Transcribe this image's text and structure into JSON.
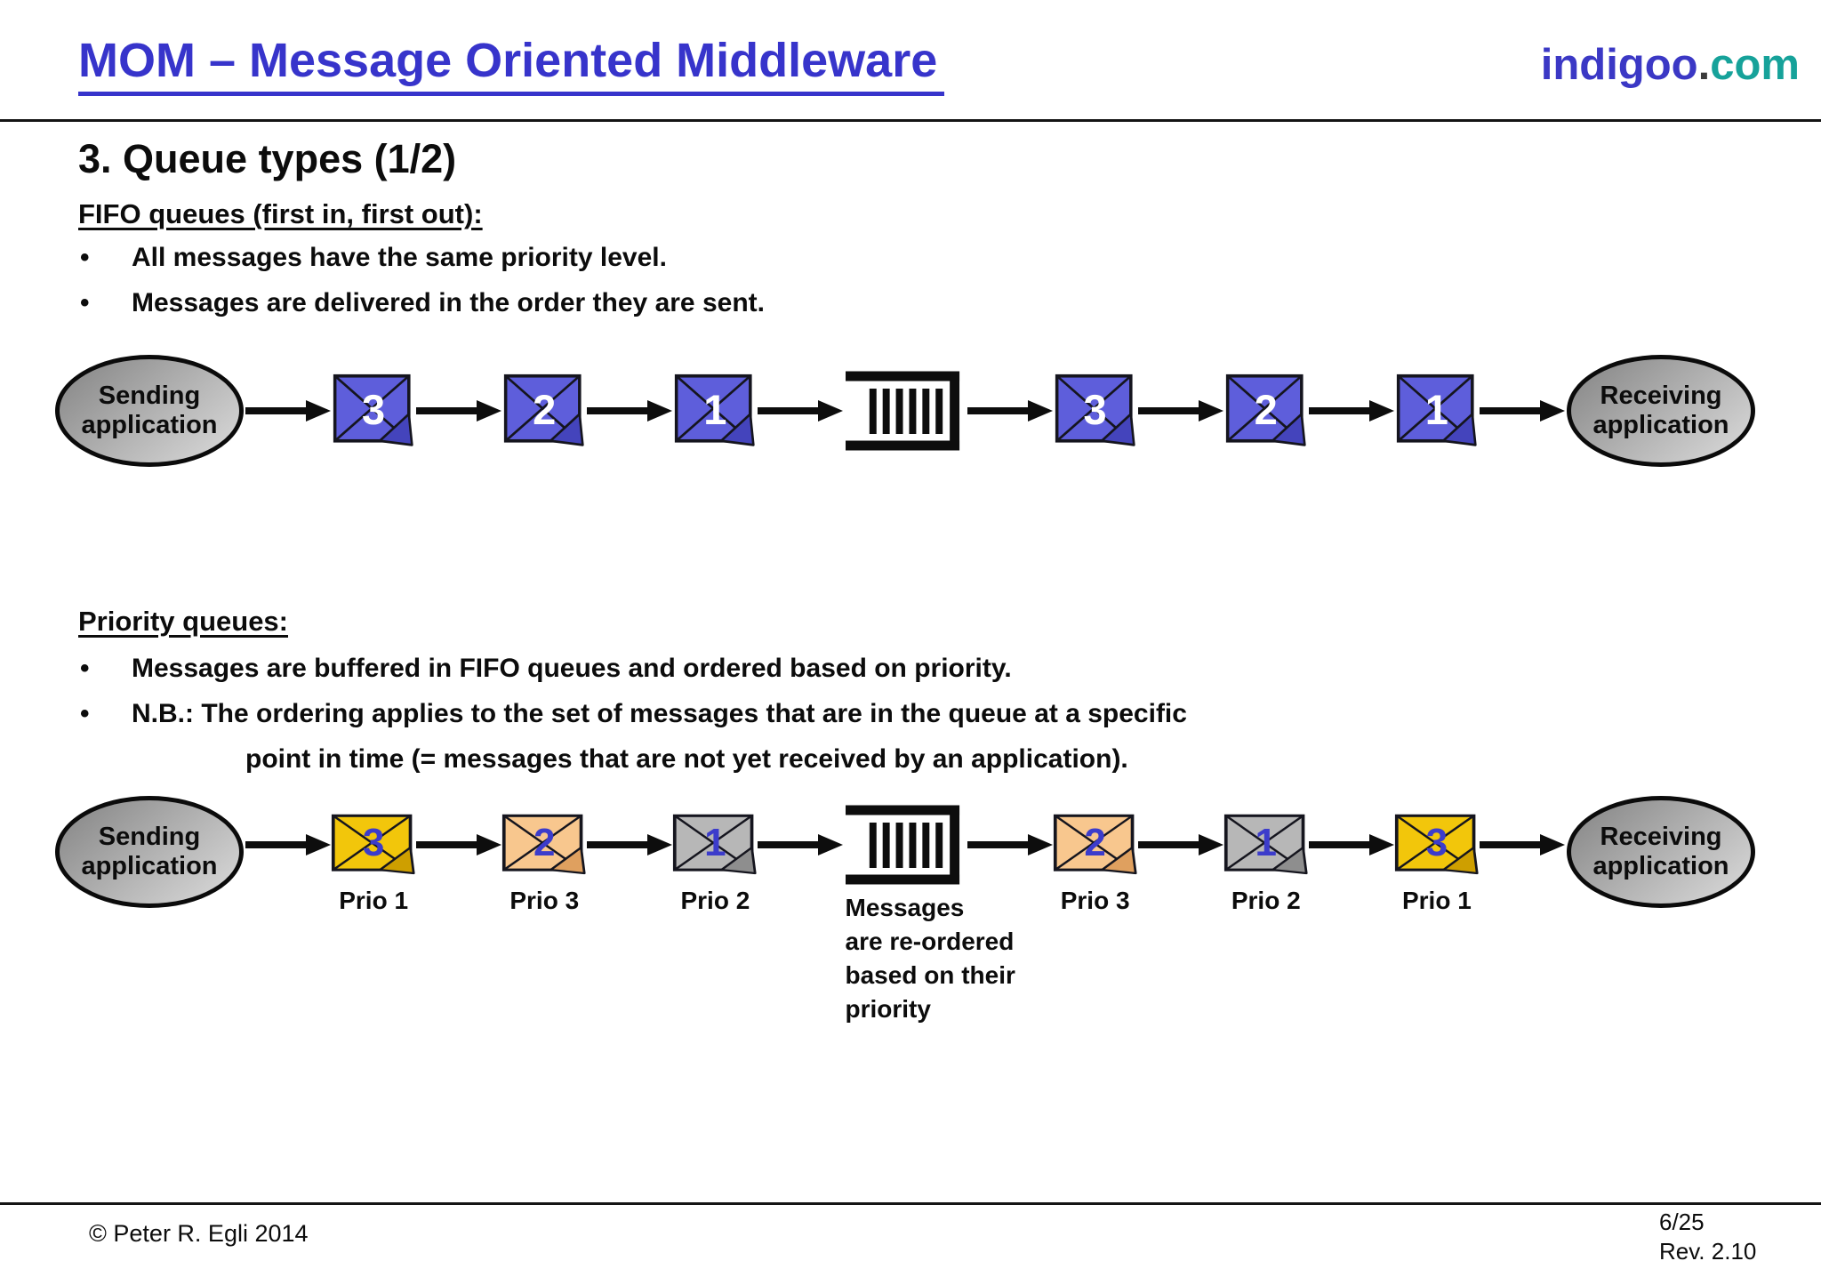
{
  "header": {
    "title": "MOM – Message Oriented Middleware",
    "logo_indigoo": "indigoo",
    "logo_dot": ".",
    "logo_com": "com"
  },
  "section": {
    "title": "3. Queue types (1/2)"
  },
  "ui": {
    "bullet": "•"
  },
  "fifo": {
    "heading": "FIFO queues (first in, first out):",
    "bullets": [
      "All messages have the same priority level.",
      "Messages are delivered in the order they are sent."
    ]
  },
  "priority": {
    "heading": "Priority queues:",
    "bullet1": "Messages are buffered in FIFO queues and ordered based on priority.",
    "bullet2_line1": "N.B.: The ordering applies to the set of messages that are in the queue at a specific",
    "bullet2_line2": "point in time (= messages that are not yet received by an application)."
  },
  "fifo_diagram": {
    "sender_line1": "Sending",
    "sender_line2": "application",
    "receiver_line1": "Receiving",
    "receiver_line2": "application",
    "pre_queue": [
      {
        "num": "3",
        "color": "blue"
      },
      {
        "num": "2",
        "color": "blue"
      },
      {
        "num": "1",
        "color": "blue"
      }
    ],
    "post_queue": [
      {
        "num": "3",
        "color": "blue"
      },
      {
        "num": "2",
        "color": "blue"
      },
      {
        "num": "1",
        "color": "blue"
      }
    ]
  },
  "priority_diagram": {
    "sender_line1": "Sending",
    "sender_line2": "application",
    "receiver_line1": "Receiving",
    "receiver_line2": "application",
    "pre_queue": [
      {
        "num": "3",
        "color": "yellow",
        "label": "Prio 1"
      },
      {
        "num": "2",
        "color": "peach",
        "label": "Prio 3"
      },
      {
        "num": "1",
        "color": "gray",
        "label": "Prio 2"
      }
    ],
    "queue_caption_lines": [
      "Messages",
      "are re-ordered",
      "based on their",
      "priority"
    ],
    "post_queue": [
      {
        "num": "2",
        "color": "peach",
        "label": "Prio 3"
      },
      {
        "num": "1",
        "color": "gray",
        "label": "Prio 2"
      },
      {
        "num": "3",
        "color": "yellow",
        "label": "Prio 1"
      }
    ]
  },
  "footer": {
    "copyright": "© Peter R. Egli 2014",
    "page": "6/25",
    "revision": "Rev. 2.10"
  },
  "colors": {
    "title_blue": "#3734CB",
    "logo_blue": "#3B38C5",
    "logo_teal": "#16A29A",
    "envelope_blue": "#5E5EDB",
    "envelope_yellow": "#F2C60B",
    "envelope_peach": "#F8C78E",
    "envelope_gray": "#B7B7B7",
    "number_white": "#FFFFFF",
    "number_blue": "#3C3CCB",
    "line_black": "#141414"
  }
}
